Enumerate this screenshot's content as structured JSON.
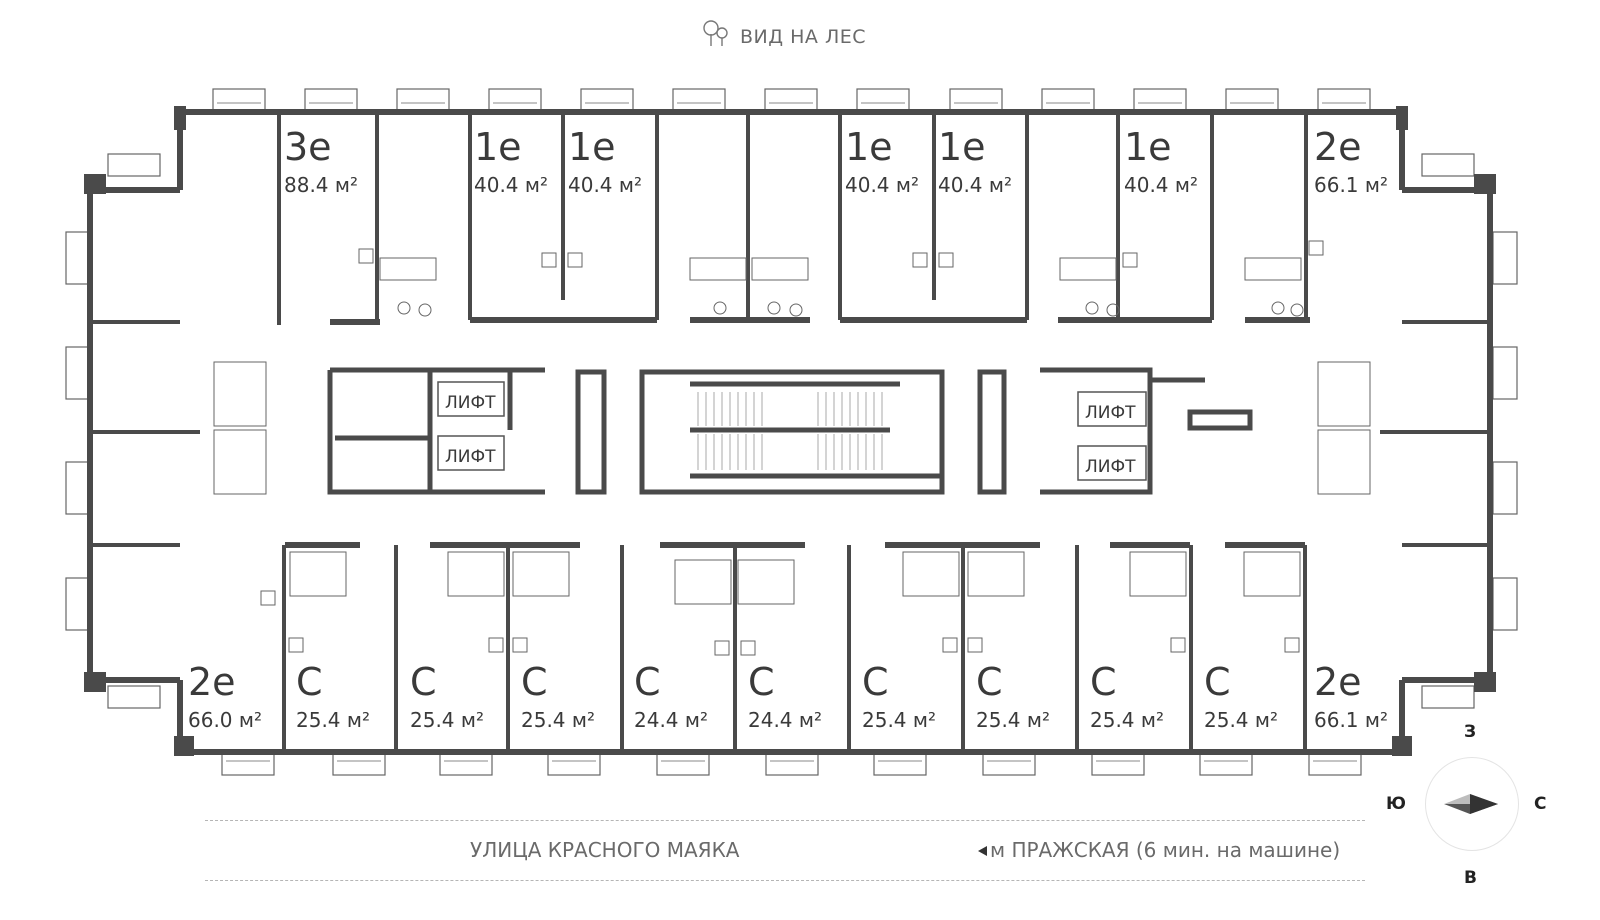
{
  "header": {
    "view_label": "ВИД НА ЛЕС",
    "icon": "tree-icon"
  },
  "footer": {
    "street": "УЛИЦА КРАСНОГО МАЯКА",
    "metro": "м ПРАЖСКАЯ (6 мин. на машине)"
  },
  "compass": {
    "top": "З",
    "left": "Ю",
    "right": "С",
    "bottom": "В"
  },
  "elevator_label": "ЛИФТ",
  "apartments_top": [
    {
      "type": "3е",
      "area": "88.4 м²"
    },
    {
      "type": "1е",
      "area": "40.4 м²"
    },
    {
      "type": "1е",
      "area": "40.4 м²"
    },
    {
      "type": "1е",
      "area": "40.4 м²"
    },
    {
      "type": "1е",
      "area": "40.4 м²"
    },
    {
      "type": "1е",
      "area": "40.4 м²"
    },
    {
      "type": "2е",
      "area": "66.1 м²"
    }
  ],
  "apartments_bottom": [
    {
      "type": "2е",
      "area": "66.0 м²"
    },
    {
      "type": "С",
      "area": "25.4 м²"
    },
    {
      "type": "С",
      "area": "25.4 м²"
    },
    {
      "type": "С",
      "area": "25.4 м²"
    },
    {
      "type": "С",
      "area": "24.4 м²"
    },
    {
      "type": "С",
      "area": "24.4 м²"
    },
    {
      "type": "С",
      "area": "25.4 м²"
    },
    {
      "type": "С",
      "area": "25.4 м²"
    },
    {
      "type": "С",
      "area": "25.4 м²"
    },
    {
      "type": "С",
      "area": "25.4 м²"
    },
    {
      "type": "2е",
      "area": "66.1 м²"
    }
  ],
  "colors": {
    "wall": "#4a4a4a",
    "thin": "#555555",
    "text": "#3a3a3a"
  }
}
